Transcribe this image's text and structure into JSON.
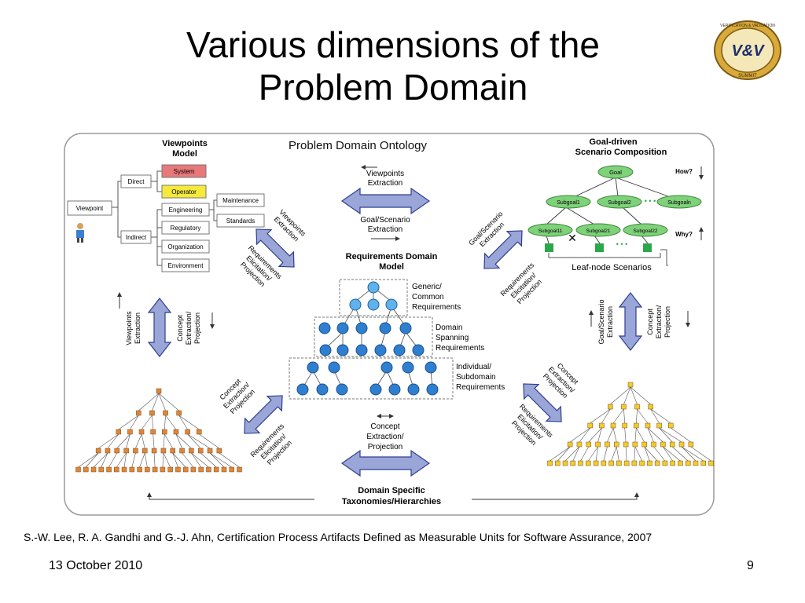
{
  "slide": {
    "title_line1": "Various dimensions of the",
    "title_line2": "Problem Domain",
    "citation": "S.-W. Lee, R. A. Gandhi and G.-J. Ahn, Certification Process Artifacts Defined as Measurable Units for Software Assurance, 2007",
    "date": "13 October 2010",
    "page_number": "9"
  },
  "logo": {
    "top_text": "VERIFICATION & VALIDATION",
    "center_text": "V&V",
    "bottom_text": "SUMMIT"
  },
  "diagram": {
    "title": "Problem Domain Ontology",
    "viewpoints": {
      "heading_line1": "Viewpoints",
      "heading_line2": "Model",
      "root": "Viewpoint",
      "direct": "Direct",
      "indirect": "Indirect",
      "system": "System",
      "operator": "Operator",
      "engineering": "Engineering",
      "regulatory": "Regulatory",
      "organization": "Organization",
      "environment": "Environment",
      "maintenance": "Maintenance",
      "standards": "Standards"
    },
    "goal": {
      "heading_line1": "Goal-driven",
      "heading_line2": "Scenario Composition",
      "goal_node": "Goal",
      "how": "How?",
      "why": "Why?",
      "subgoal1": "Subgoal1",
      "subgoal2": "Subgoal2",
      "subgoaln": "Subgoaln",
      "subgoal11": "Subgoal11",
      "subgoal21": "Subgoal21",
      "subgoal22": "Subgoal22",
      "ellipsis": "• • •",
      "leaf_label": "Leaf-node Scenarios"
    },
    "requirements": {
      "heading_line1": "Requirements Domain",
      "heading_line2": "Model",
      "generic": [
        "Generic/",
        "Common",
        "Requirements"
      ],
      "spanning": [
        "Domain",
        "Spanning",
        "Requirements"
      ],
      "individual": [
        "Individual/",
        "Subdomain",
        "Requirements"
      ]
    },
    "taxonomy": {
      "heading_line1": "Domain Specific",
      "heading_line2": "Taxonomies/Hierarchies"
    },
    "arrows": {
      "top_upper": [
        "Viewpoints",
        "Extraction"
      ],
      "top_lower": [
        "Goal/Scenario",
        "Extraction"
      ],
      "left_upper_a": [
        "Viewpoints",
        "Extraction"
      ],
      "left_upper_b": [
        "Requirements",
        "Elicitation/",
        "Projection"
      ],
      "right_upper_a": [
        "Goal/Scenario",
        "Extraction"
      ],
      "right_upper_b": [
        "Requirements",
        "Elicitation/",
        "Projection"
      ],
      "left_mid_a": [
        "Viewpoints",
        "Extraction"
      ],
      "left_mid_b": [
        "Concept",
        "Extraction/",
        "Projection"
      ],
      "right_mid_a": [
        "Goal/Scenario",
        "Extraction"
      ],
      "right_mid_b": [
        "Concept",
        "Extraction/",
        "Projection"
      ],
      "left_lower_a": [
        "Concept",
        "Extraction/",
        "Projection"
      ],
      "left_lower_b": [
        "Requirements",
        "Elicitation/",
        "Projection"
      ],
      "right_lower_a": [
        "Concept",
        "Extraction/",
        "Projection"
      ],
      "right_lower_b": [
        "Requirements",
        "Elicitation/",
        "Projection"
      ],
      "bottom": [
        "Concept",
        "Extraction/",
        "Projection"
      ]
    }
  },
  "colors": {
    "arrow_fill": "#9aa6d8",
    "arrow_stroke": "#2f3f8f",
    "goal_green": "#7fd17a",
    "leaf_green": "#2aa84a",
    "req_blue": "#2f7fd0",
    "req_light": "#5fb3ea",
    "tree_orange": "#e0853a",
    "tree_yellow": "#f2cc2a",
    "system_fill": "#e8787a",
    "operator_fill": "#f5ea3c"
  }
}
